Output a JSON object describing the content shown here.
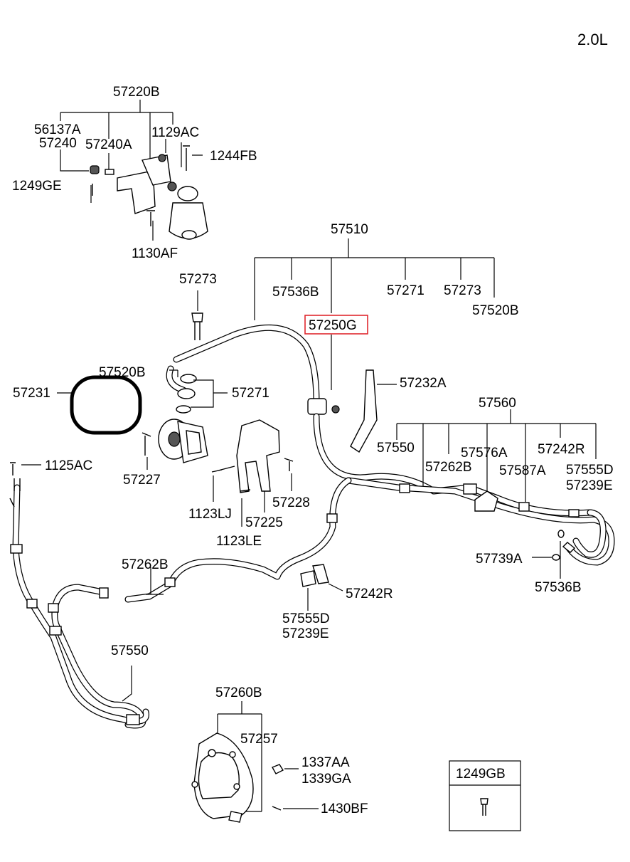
{
  "engine": "2.0L",
  "highlight_color": "#e0282e",
  "labels": {
    "l_57220B": "57220B",
    "l_56137A": "56137A",
    "l_57240": "57240",
    "l_57240A": "57240A",
    "l_1129AC": "1129AC",
    "l_1244FB": "1244FB",
    "l_1249GE": "1249GE",
    "l_1130AF": "1130AF",
    "l_57510": "57510",
    "l_57536B_top": "57536B",
    "l_57271_top": "57271",
    "l_57273_top": "57273",
    "l_57520B_top": "57520B",
    "l_57273_left": "57273",
    "l_57250G": "57250G",
    "l_57520B_left": "57520B",
    "l_57271_left": "57271",
    "l_57231": "57231",
    "l_57232A": "57232A",
    "l_57560": "57560",
    "l_57550_top": "57550",
    "l_57262B_top": "57262B",
    "l_57576A": "57576A",
    "l_57242R_top": "57242R",
    "l_57587A": "57587A",
    "l_57555D_top": "57555D",
    "l_57239E_top": "57239E",
    "l_1125AC": "1125AC",
    "l_57227": "57227",
    "l_1123LJ": "1123LJ",
    "l_57225": "57225",
    "l_57228": "57228",
    "l_1123LE": "1123LE",
    "l_57739A": "57739A",
    "l_57536B_right": "57536B",
    "l_57262B_mid": "57262B",
    "l_57242R_mid": "57242R",
    "l_57555D_mid": "57555D",
    "l_57239E_mid": "57239E",
    "l_57550_low": "57550",
    "l_57260B": "57260B",
    "l_57257": "57257",
    "l_1337AA": "1337AA",
    "l_1339GA": "1339GA",
    "l_1430BF": "1430BF",
    "l_1249GB": "1249GB"
  }
}
